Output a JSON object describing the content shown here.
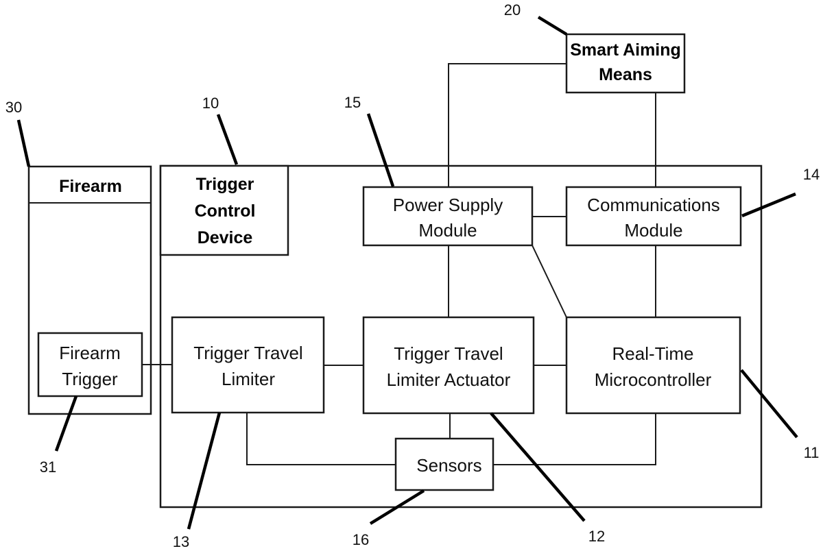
{
  "diagram": {
    "type": "block-diagram",
    "blocks": {
      "firearm": {
        "ref": "30",
        "title": "Firearm"
      },
      "firearm_trigger": {
        "ref": "31",
        "lines": [
          "Firearm",
          "Trigger"
        ]
      },
      "trigger_control_device": {
        "ref": "10",
        "lines": [
          "Trigger",
          "Control",
          "Device"
        ]
      },
      "smart_aiming_means": {
        "ref": "20",
        "lines": [
          "Smart Aiming",
          "Means"
        ]
      },
      "power_supply_module": {
        "ref": "15",
        "lines": [
          "Power Supply",
          "Module"
        ]
      },
      "communications_module": {
        "ref": "14",
        "lines": [
          "Communications",
          "Module"
        ]
      },
      "trigger_travel_limiter": {
        "ref": "13",
        "lines": [
          "Trigger Travel",
          "Limiter"
        ]
      },
      "trigger_travel_limiter_actuator": {
        "ref": "12",
        "lines": [
          "Trigger Travel",
          "Limiter Actuator"
        ]
      },
      "real_time_microcontroller": {
        "ref": "11",
        "lines": [
          "Real-Time",
          "Microcontroller"
        ]
      },
      "sensors": {
        "ref": "16",
        "lines": [
          "Sensors"
        ]
      }
    },
    "connections": [
      [
        "firearm_trigger",
        "trigger_travel_limiter"
      ],
      [
        "trigger_travel_limiter",
        "trigger_travel_limiter_actuator"
      ],
      [
        "trigger_travel_limiter_actuator",
        "real_time_microcontroller"
      ],
      [
        "power_supply_module",
        "communications_module"
      ],
      [
        "power_supply_module",
        "trigger_travel_limiter_actuator"
      ],
      [
        "power_supply_module",
        "real_time_microcontroller"
      ],
      [
        "power_supply_module",
        "smart_aiming_means"
      ],
      [
        "communications_module",
        "smart_aiming_means"
      ],
      [
        "communications_module",
        "real_time_microcontroller"
      ],
      [
        "trigger_travel_limiter_actuator",
        "sensors"
      ],
      [
        "trigger_travel_limiter",
        "sensors"
      ],
      [
        "real_time_microcontroller",
        "sensors"
      ]
    ]
  }
}
